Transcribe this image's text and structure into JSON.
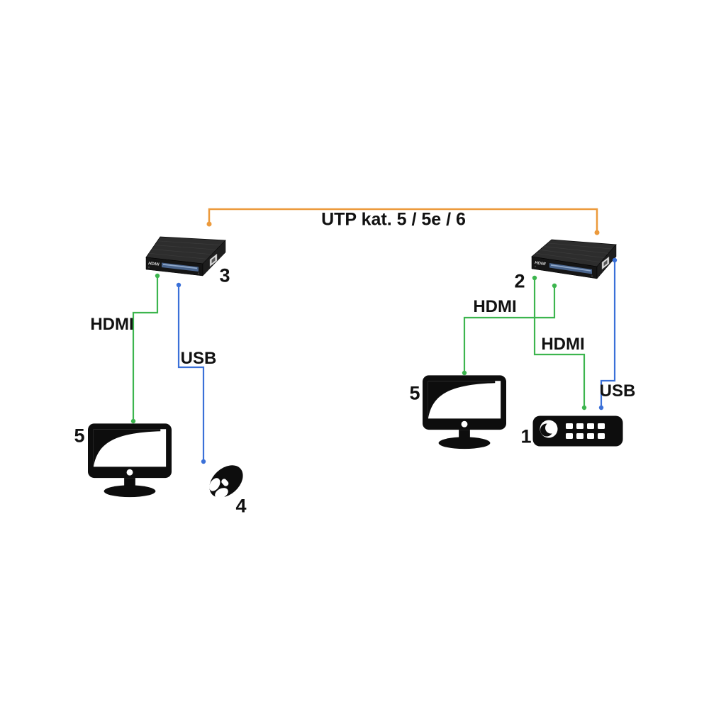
{
  "diagram": {
    "cable_label": "UTP kat. 5 / 5e / 6",
    "connections": {
      "left_hdmi": "HDMI",
      "left_usb": "USB",
      "right_hdmi_display": "HDMI",
      "right_hdmi_source": "HDMI",
      "right_usb": "USB"
    },
    "device_numbers": {
      "source_dvr": "1",
      "transmitter_unit": "2",
      "receiver_unit": "3",
      "mouse": "4",
      "display_left": "5",
      "display_right": "5"
    },
    "device_marking": "HDMI",
    "colors": {
      "utp_cable": "#EC9A3C",
      "hdmi_cable": "#3CB54E",
      "usb_cable": "#3A70D8",
      "label_text": "#111111"
    }
  }
}
